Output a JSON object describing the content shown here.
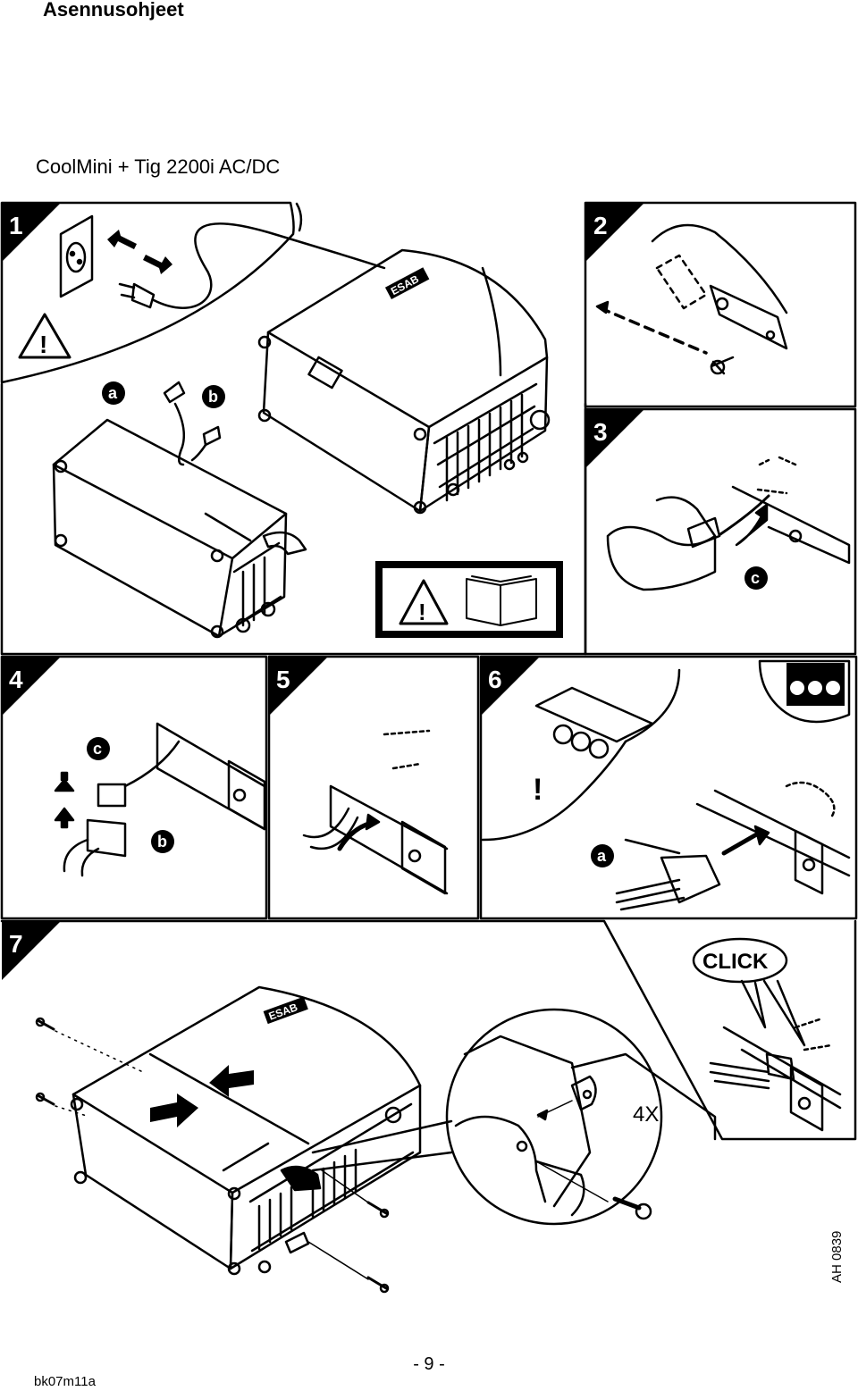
{
  "page": {
    "heading": "Asennusohjeet",
    "subtitle": "CoolMini + Tig 2200i AC/DC",
    "page_number": "- 9 -",
    "footer_code": "bk07m11a",
    "drawing_ref": "AH 0839"
  },
  "steps": {
    "s1": "1",
    "s2": "2",
    "s3": "3",
    "s4": "4",
    "s5": "5",
    "s6": "6",
    "s7": "7"
  },
  "callouts": {
    "a": "a",
    "b": "b",
    "c": "c",
    "quantity": "4X",
    "click": "CLICK",
    "warning": "!"
  },
  "logo_text": "ESAB"
}
